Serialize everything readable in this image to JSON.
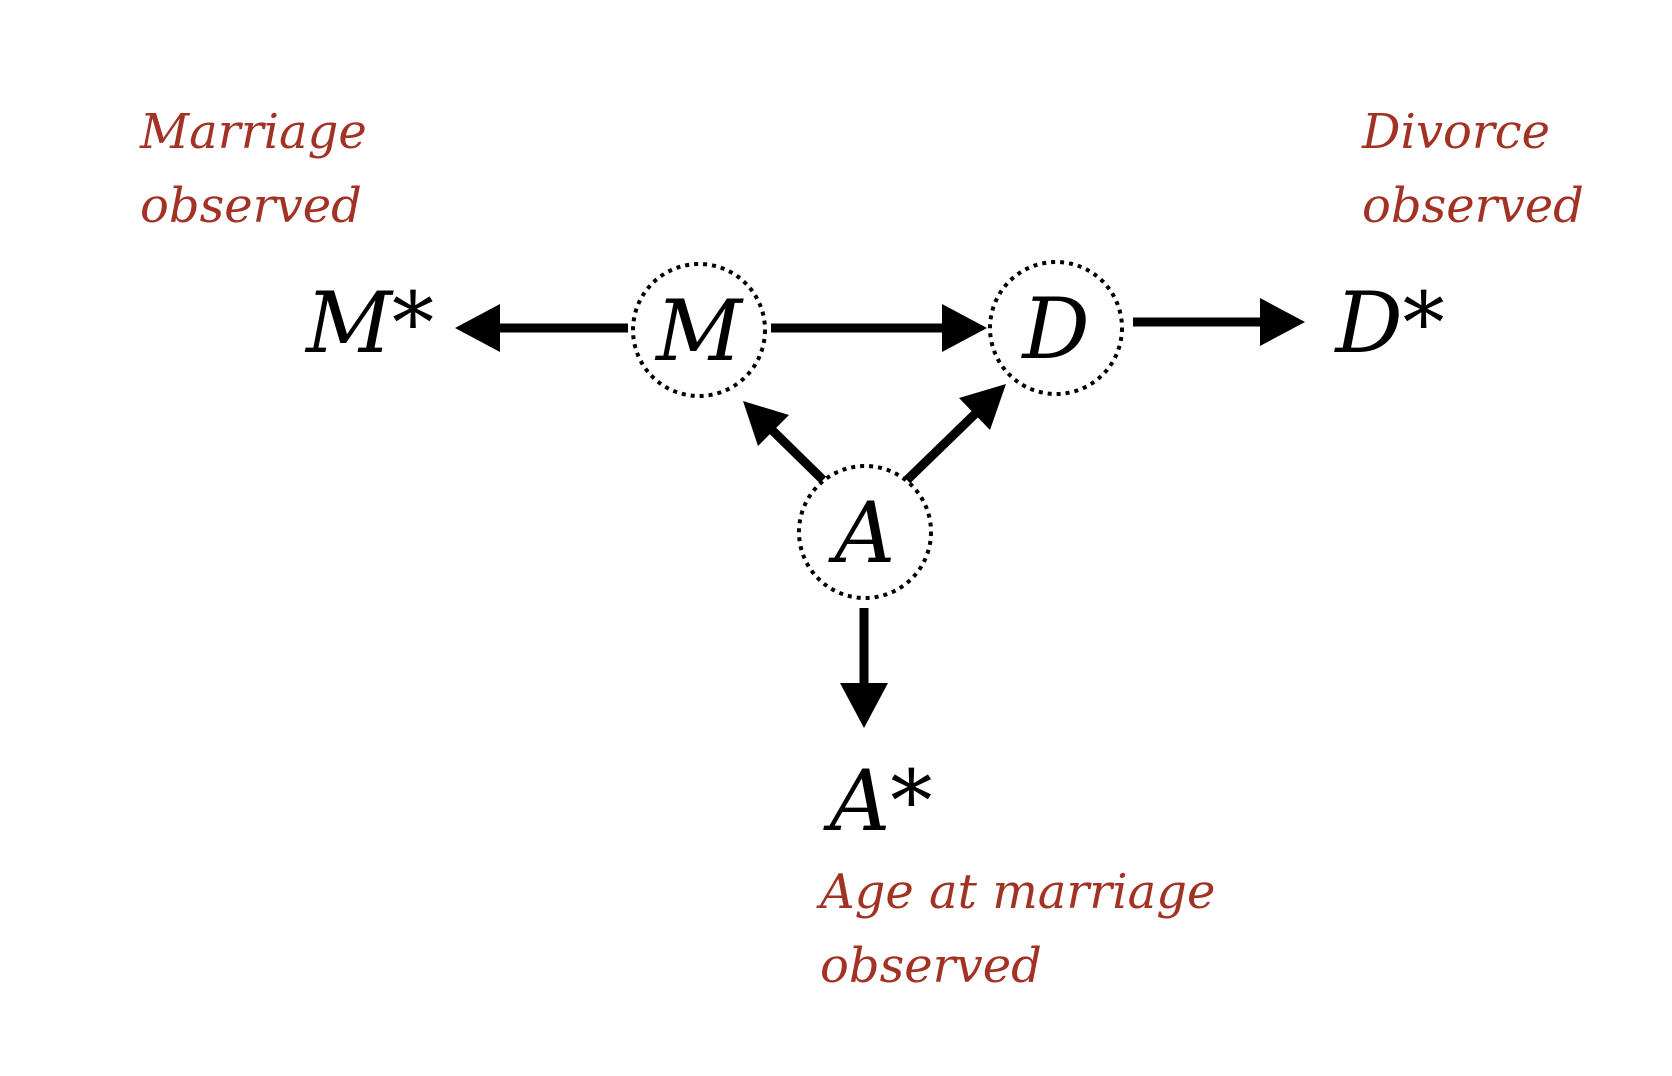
{
  "colors": {
    "annotation": "#a23324",
    "ink": "#000000"
  },
  "nodes": {
    "M": {
      "label": "M"
    },
    "D": {
      "label": "D"
    },
    "A": {
      "label": "A"
    },
    "M_star": {
      "label": "M*"
    },
    "D_star": {
      "label": "D*"
    },
    "A_star": {
      "label": "A*"
    }
  },
  "edges": [
    {
      "from": "M",
      "to": "M_star"
    },
    {
      "from": "M",
      "to": "D"
    },
    {
      "from": "D",
      "to": "D_star"
    },
    {
      "from": "A",
      "to": "M"
    },
    {
      "from": "A",
      "to": "D"
    },
    {
      "from": "A",
      "to": "A_star"
    }
  ],
  "annotations": {
    "marriage": {
      "line1": "Marriage",
      "line2": "observed"
    },
    "divorce": {
      "line1": "Divorce",
      "line2": "observed"
    },
    "age": {
      "line1": "Age at marriage",
      "line2": "observed"
    }
  }
}
